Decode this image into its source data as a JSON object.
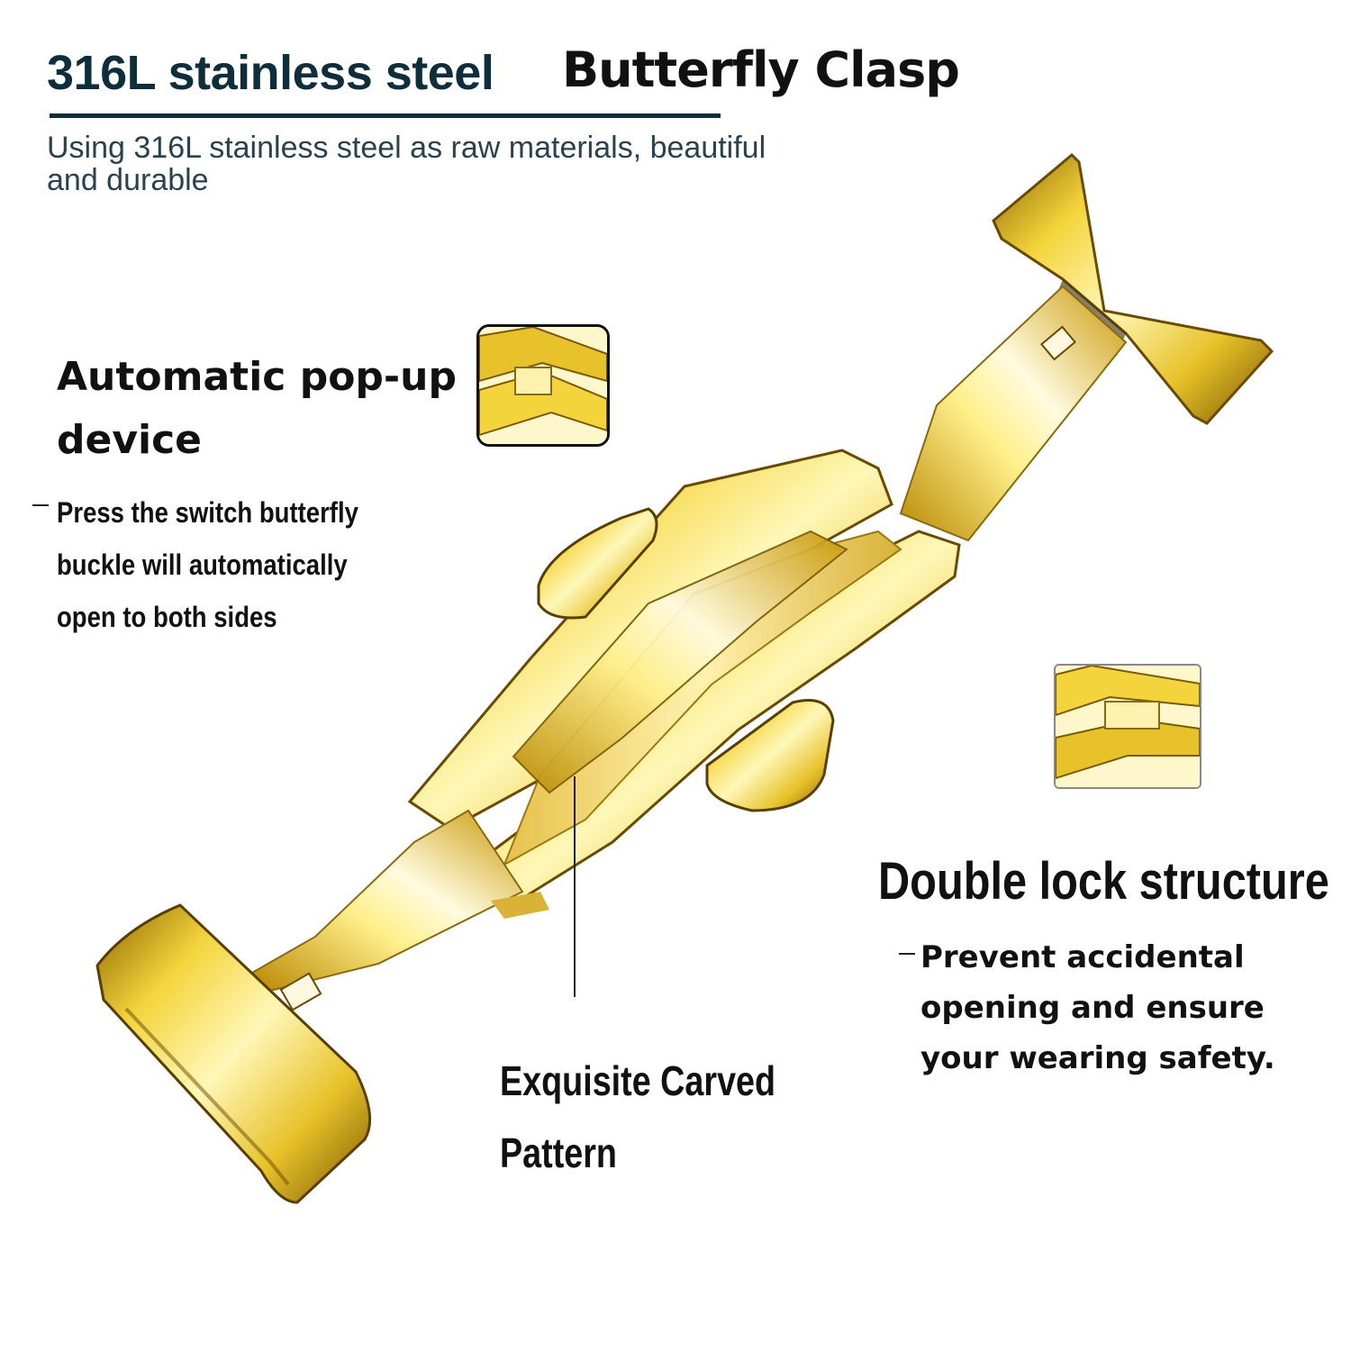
{
  "header": {
    "title_material": "316L stainless steel",
    "title_product": "Butterfly Clasp",
    "subtitle": "Using 316L stainless steel as raw materials, beautiful and durable"
  },
  "features": {
    "auto_popup": {
      "heading_line1": "Automatic pop-up",
      "heading_line2": "device",
      "body_line1": "Press the switch butterfly",
      "body_line2": "buckle will automatically",
      "body_line3": "open to both sides"
    },
    "double_lock": {
      "heading": "Double lock structure",
      "body_line1": "Prevent accidental",
      "body_line2": "opening and ensure",
      "body_line3": "your wearing safety."
    },
    "carved": {
      "line1": "Exquisite Carved",
      "line2": "Pattern"
    }
  },
  "colors": {
    "gold_light": "#fff6b0",
    "gold_mid": "#f2d23a",
    "gold_dark": "#a87a00",
    "title_navy": "#0f2e3c"
  }
}
